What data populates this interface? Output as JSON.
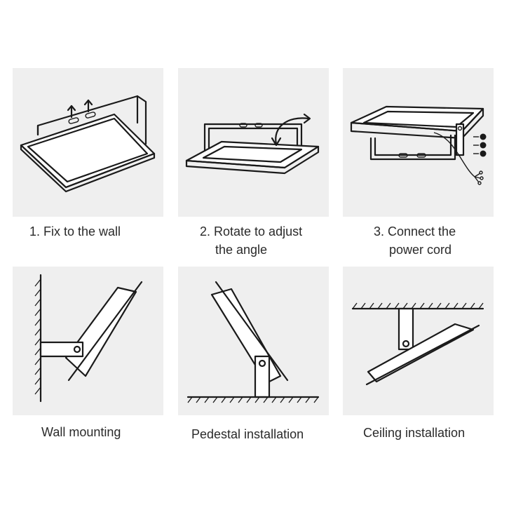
{
  "steps": [
    {
      "label": "1. Fix to the wall",
      "icon": "bracket-arrows-icon"
    },
    {
      "label_line1": "2. Rotate to adjust",
      "label_line2": "the angle",
      "icon": "rotate-arrow-icon"
    },
    {
      "label_line1": "3. Connect the",
      "label_line2": "power cord",
      "icon": "power-cord-icon"
    }
  ],
  "mounting": [
    {
      "label": "Wall mounting",
      "icon": "wall-mount-icon"
    },
    {
      "label": "Pedestal installation",
      "icon": "pedestal-icon"
    },
    {
      "label": "Ceiling installation",
      "icon": "ceiling-mount-icon"
    }
  ],
  "colors": {
    "tile_bg": "#efefef",
    "line": "#1a1a1a",
    "text": "#2a2a2a"
  }
}
